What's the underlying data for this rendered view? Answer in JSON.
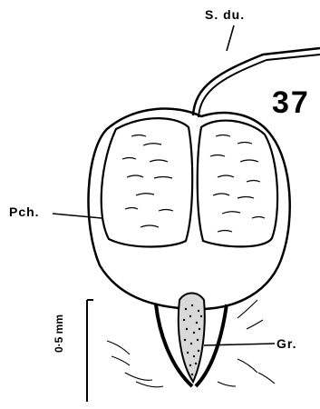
{
  "figure": {
    "number": "37",
    "labels": {
      "sperm_duct": "S. du.",
      "pouch": "Pch.",
      "groove": "Gr."
    },
    "scale_bar": "0·5 mm"
  }
}
